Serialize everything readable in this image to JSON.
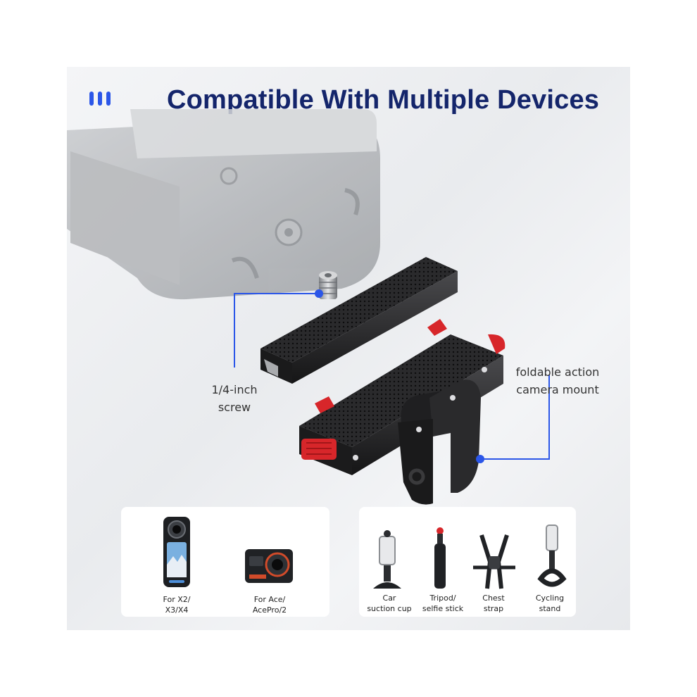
{
  "title": "Compatible With Multiple Devices",
  "callouts": {
    "screw": [
      "1/4-inch",
      "screw"
    ],
    "mount": [
      "foldable action",
      "camera mount"
    ]
  },
  "cameras": [
    {
      "label": [
        "For X2/",
        "X3/X4"
      ],
      "icon": "360-camera-icon"
    },
    {
      "label": [
        "For Ace/",
        "AcePro/2"
      ],
      "icon": "action-camera-icon"
    }
  ],
  "accessories": [
    {
      "label": [
        "Car",
        "suction cup"
      ],
      "icon": "suction-cup-mount-icon"
    },
    {
      "label": [
        "Tripod/",
        "selfie stick"
      ],
      "icon": "tripod-icon"
    },
    {
      "label": [
        "Chest",
        "strap"
      ],
      "icon": "chest-strap-icon"
    },
    {
      "label": [
        "Cycling",
        "stand"
      ],
      "icon": "bike-clamp-icon"
    }
  ],
  "colors": {
    "title": "#14256b",
    "accent": "#2b56e8",
    "mount_red": "#d7262a",
    "metal": "#1c1c1e"
  }
}
